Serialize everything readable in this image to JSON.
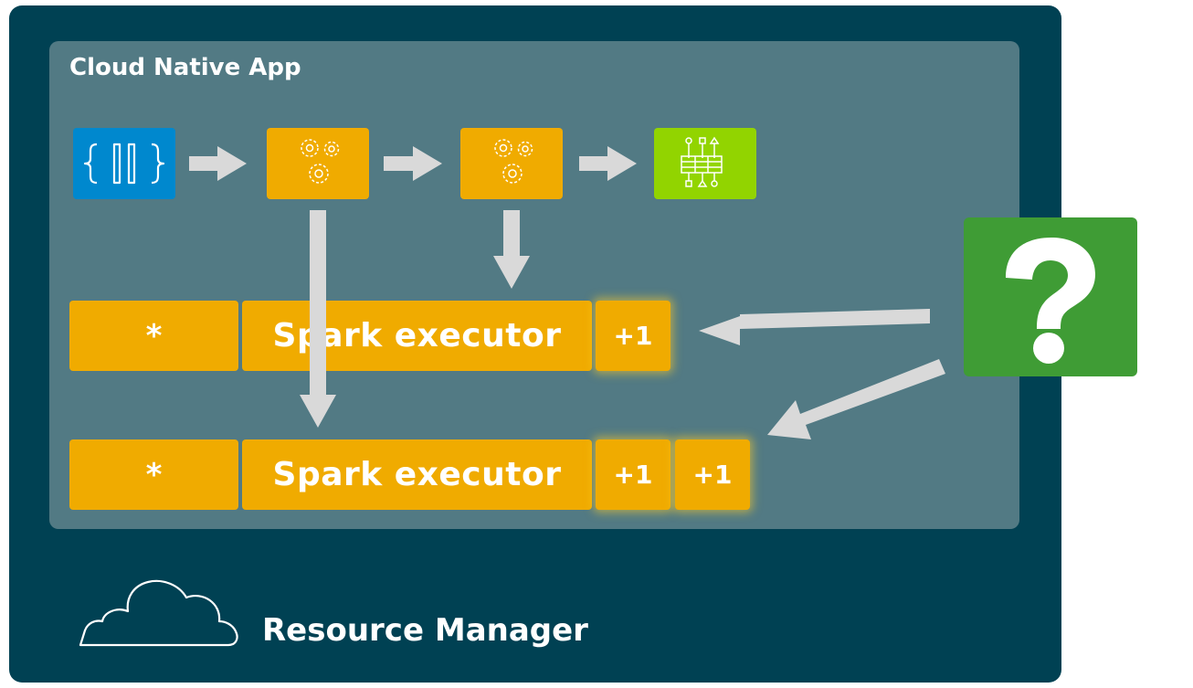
{
  "app": {
    "title": "Cloud Native App"
  },
  "resource_manager": {
    "label": "Resource Manager"
  },
  "pipeline": {
    "stages": [
      {
        "icon": "code-braces-icon",
        "color": "#0088ce"
      },
      {
        "icon": "gears-icon",
        "color": "#f0ab00"
      },
      {
        "icon": "gears-icon",
        "color": "#f0ab00"
      },
      {
        "icon": "schema-icon",
        "color": "#92d400"
      }
    ]
  },
  "executors": [
    {
      "prefix": "*",
      "label": "Spark executor",
      "increments": [
        "+1"
      ]
    },
    {
      "prefix": "*",
      "label": "Spark executor",
      "increments": [
        "+1",
        "+1"
      ]
    }
  ],
  "question": {
    "symbol": "?",
    "color": "#3f9c35"
  },
  "colors": {
    "outer_background": "#004153",
    "inner_background": "#527a84",
    "executor": "#f0ab00",
    "arrow": "#d9d9d9"
  }
}
